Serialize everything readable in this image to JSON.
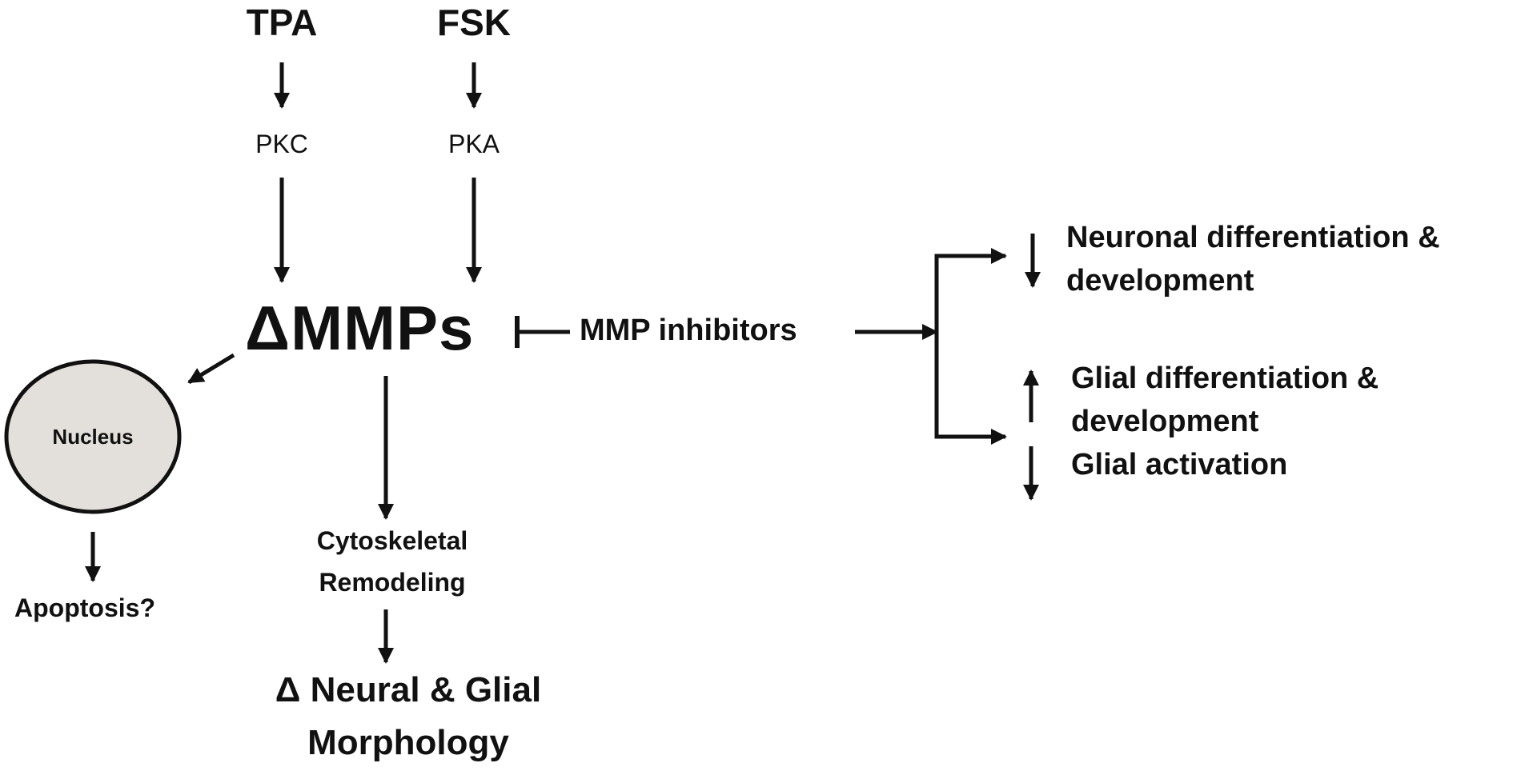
{
  "nodes": {
    "tpa": "TPA",
    "fsk": "FSK",
    "pkc": "PKC",
    "pka": "PKA",
    "mmps": "ΔMMPs",
    "inhibitors": "MMP inhibitors",
    "nucleus": "Nucleus",
    "apoptosis": "Apoptosis?",
    "cytoskeletal_line1": "Cytoskeletal",
    "cytoskeletal_line2": "Remodeling",
    "morphology_line1": "Δ Neural & Glial",
    "morphology_line2": "Morphology",
    "neuronal_line1": "Neuronal differentiation &",
    "neuronal_line2": "development",
    "glial_line1": "Glial differentiation &",
    "glial_line2": "development",
    "glial_activation": "Glial activation"
  },
  "colors": {
    "ink": "#111111",
    "nucleus_fill": "#e3e0db",
    "background": "#ffffff"
  },
  "indicators": {
    "neuronal": "down-arrow",
    "glial_differentiation": "up-arrow",
    "glial_activation": "down-arrow"
  }
}
